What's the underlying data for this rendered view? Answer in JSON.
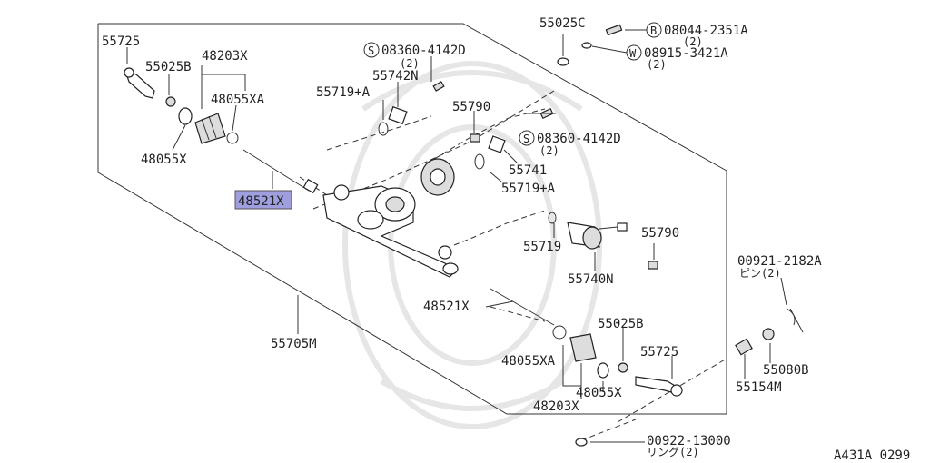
{
  "labels": {
    "p55725_top": "55725",
    "p55025b_top": "55025B",
    "p48203x_top": "48203X",
    "p48055xa_top": "48055XA",
    "p48055x_top": "48055X",
    "p48521x_top": "48521X",
    "p55705m": "55705M",
    "p55719a_top": "55719+A",
    "p08360_top": "08360-4142D",
    "p08360_top_qty": "(2)",
    "p55742n": "55742N",
    "p55025c": "55025C",
    "p08044": "08044-2351A",
    "p08044_qty": "(2)",
    "p08915": "08915-3421A",
    "p08915_qty": "(2)",
    "p55790_top": "55790",
    "p08360_mid": "08360-4142D",
    "p08360_mid_qty": "(2)",
    "p55741": "55741",
    "p55719a_mid": "55719+A",
    "p55719": "55719",
    "p55790_mid": "55790",
    "p55740n": "55740N",
    "p48521x_bot": "48521X",
    "p55025b_bot": "55025B",
    "p55725_bot": "55725",
    "p48055xa_bot": "48055XA",
    "p48055x_bot": "48055X",
    "p48203x_bot": "48203X",
    "p00921": "00921-2182A",
    "p00921_sub": "ピン(2)",
    "p55154m": "55154M",
    "p55080b": "55080B",
    "p00922": "00922-13000",
    "p00922_sub": "リング(2)",
    "code": "A431A 0299"
  },
  "markers": {
    "s": "S",
    "b": "B",
    "w": "W"
  },
  "colors": {
    "highlight": "#9f9fe0",
    "ink": "#222222"
  }
}
